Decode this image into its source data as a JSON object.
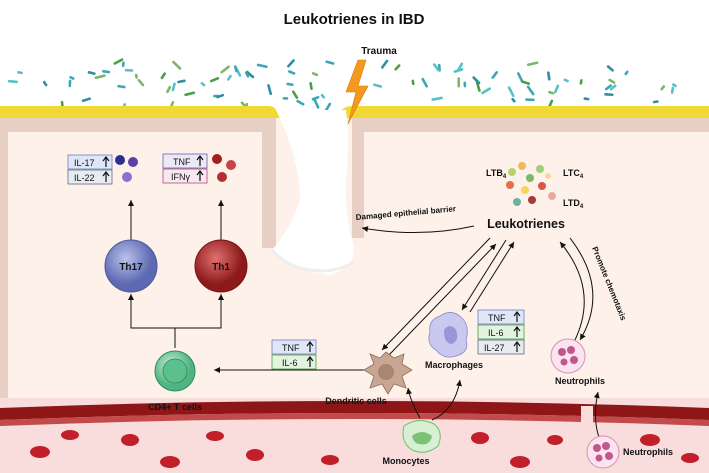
{
  "title": "Leukotrienes in IBD",
  "trauma": "Trauma",
  "leukotrienes": {
    "label": "Leukotrienes",
    "ltb4": "LTB",
    "ltb4_sub": "4",
    "ltc4": "LTC",
    "ltc4_sub": "4",
    "ltd4": "LTD",
    "ltd4_sub": "4"
  },
  "arrows": {
    "damaged_barrier": "Damaged epithelial barrier",
    "promote_chemotaxis": "Promote chemotaxis"
  },
  "cells": {
    "th17": "Th17",
    "th1": "Th1",
    "cd4": "CD4+ T cells",
    "dendritic": "Dendritic cells",
    "macrophages": "Macrophages",
    "neutrophils_tissue": "Neutrophils",
    "neutrophils_blood": "Neutrophils",
    "monocytes": "Monocytes"
  },
  "cytokines": {
    "th17": [
      "IL-17",
      "IL-22"
    ],
    "th1": [
      "TNF",
      "IFNγ"
    ],
    "dendritic": [
      "TNF",
      "IL-6"
    ],
    "macrophages": [
      "TNF",
      "IL-6",
      "IL-27"
    ]
  },
  "colors": {
    "tissue": "#fdf1ea",
    "epithelium": "#e7cfc3",
    "mucus": "#f3e34a",
    "vessel": "#8e1616",
    "blood": "#f9dcdc",
    "th17": "#7b87c9",
    "th1": "#b32a2a",
    "cd4": "#4fb383"
  }
}
